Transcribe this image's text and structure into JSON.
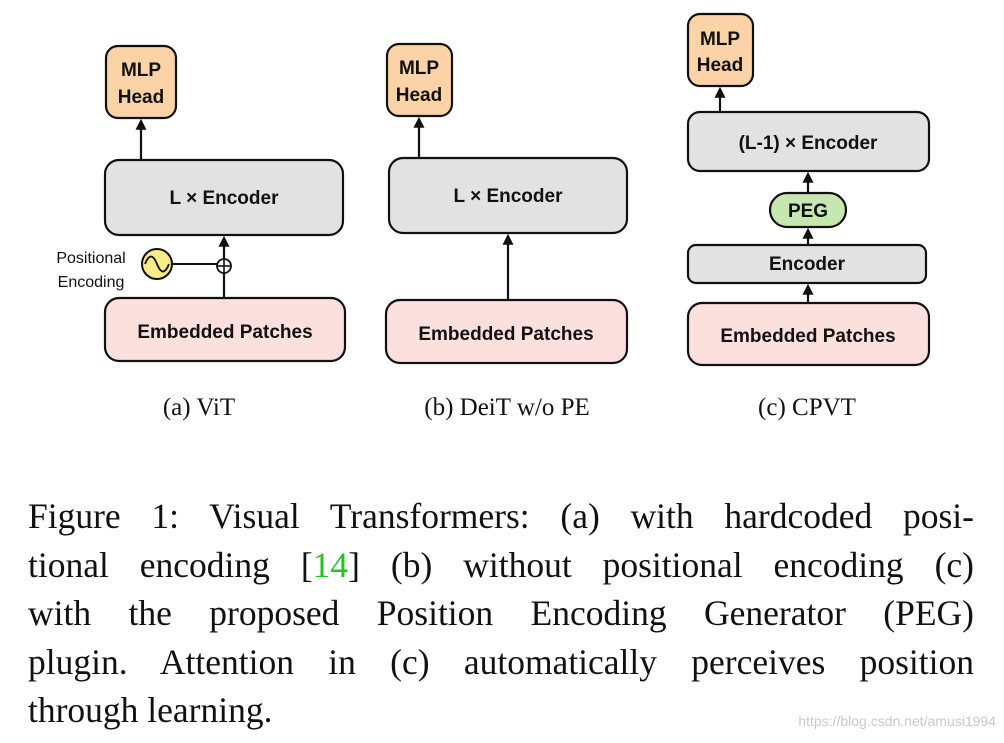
{
  "colors": {
    "mlp_head_fill": "#fbd3a6",
    "encoder_fill": "#e2e2e2",
    "patches_fill": "#fbe0de",
    "peg_fill": "#c6e8b0",
    "positional_icon_fill": "#fbec8a",
    "citation": "#22c322",
    "stroke": "#111111"
  },
  "panels": {
    "vit": {
      "mlp_head_line1": "MLP",
      "mlp_head_line2": "Head",
      "encoder": "L × Encoder",
      "patches": "Embedded Patches",
      "pos_label_line1": "Positional",
      "pos_label_line2": "Encoding",
      "pos_icon": "sine-wave-icon",
      "add_icon": "circled-plus-icon",
      "caption": "(a) ViT"
    },
    "deit": {
      "mlp_head_line1": "MLP",
      "mlp_head_line2": "Head",
      "encoder": "L × Encoder",
      "patches": "Embedded Patches",
      "caption": "(b) DeiT w/o PE"
    },
    "cpvt": {
      "mlp_head_line1": "MLP",
      "mlp_head_line2": "Head",
      "encoder_top": "(L-1) × Encoder",
      "peg": "PEG",
      "encoder_bottom": "Encoder",
      "patches": "Embedded Patches",
      "caption": "(c) CPVT"
    }
  },
  "caption": {
    "line1": "Figure 1:  Visual Transformers:  (a) with hardcoded posi-",
    "line2_before": "tional encoding [",
    "line2_cite": "14",
    "line2_after": "] (b) without positional encoding (c)",
    "line3": "with the proposed Position Encoding Generator (PEG)",
    "line4": "plugin.  Attention in (c) automatically perceives position",
    "line5": "through learning."
  },
  "watermark": "https://blog.csdn.net/amusi1994"
}
